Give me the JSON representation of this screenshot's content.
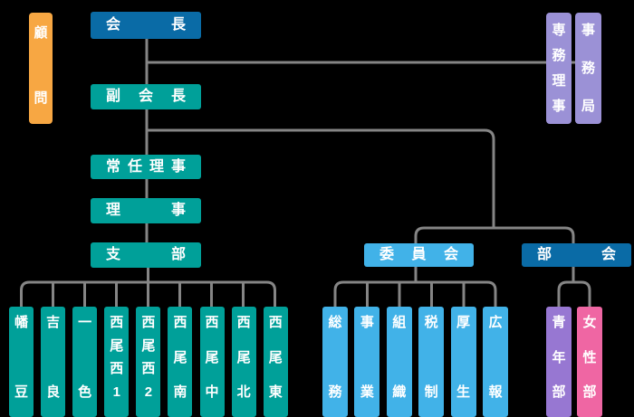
{
  "colors": {
    "teal": "#00A099",
    "dark_blue": "#0A6BA6",
    "light_blue": "#41B2E8",
    "orange": "#F7A743",
    "lavender": "#9B91D6",
    "purple": "#9777D2",
    "pink": "#EF66A3",
    "line_gray": "#858585",
    "text": "#FFFFFF"
  },
  "org": {
    "advisor": "顧問",
    "president": "会長",
    "executive_director": "専務理事",
    "secretariat": "事務局",
    "vice_president": "副会長",
    "standing_director": "常任理事",
    "director": "理事",
    "branch_hq": "支部",
    "committee_hq": "委員会",
    "division_hq": "部会",
    "branches": [
      "幡豆",
      "吉良",
      "一色",
      "西尾西1",
      "西尾西2",
      "西尾南",
      "西尾中",
      "西尾北",
      "西尾東"
    ],
    "committees": [
      "総務",
      "事業",
      "組織",
      "税制",
      "厚生",
      "広報"
    ],
    "youth_division": "青年部",
    "women_division": "女性部"
  }
}
